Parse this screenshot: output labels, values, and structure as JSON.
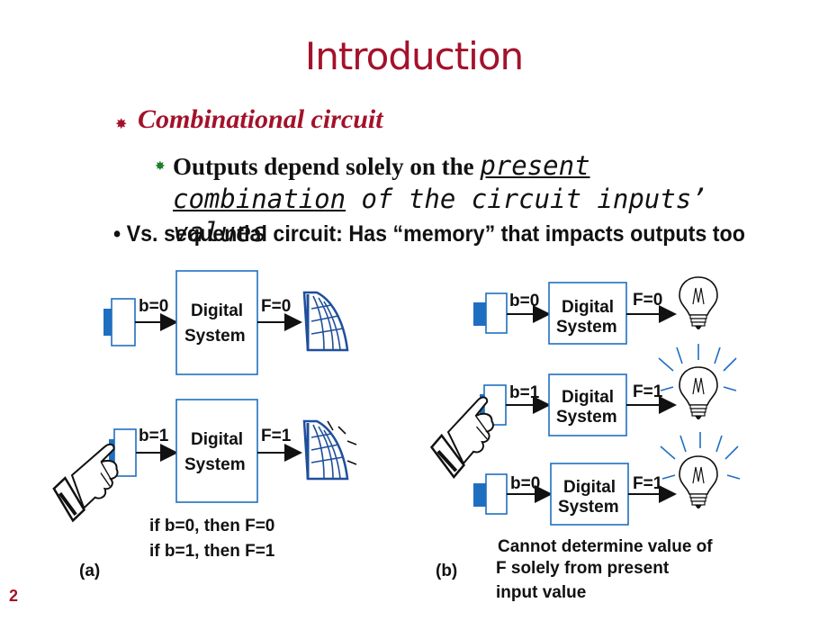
{
  "title": "Introduction",
  "bullet1": "Combinational circuit",
  "bullet2": {
    "text_a": "Outputs depend solely on the ",
    "text_b": "present",
    "text_c": "combination",
    "text_d": " of the circuit inputs’ values"
  },
  "bullet3": "• Vs. sequential circuit: Has “memory” that impacts outputs too",
  "diagram_a": {
    "top": {
      "input": "b=0",
      "system_line1": "Digital",
      "system_line2": "System",
      "output": "F=0"
    },
    "bottom": {
      "input": "b=1",
      "system_line1": "Digital",
      "system_line2": "System",
      "output": "F=1"
    },
    "rule1": "if b=0, then F=0",
    "rule2": "if b=1, then F=1",
    "label": "(a)"
  },
  "diagram_b": {
    "row1": {
      "input": "b=0",
      "system_line1": "Digital",
      "system_line2": "System",
      "output": "F=0"
    },
    "row2": {
      "input": "b=1",
      "system_line1": "Digital",
      "system_line2": "System",
      "output": "F=1"
    },
    "row3": {
      "input": "b=0",
      "system_line1": "Digital",
      "system_line2": "System",
      "output": "F=1"
    },
    "caption1": "Cannot determine value of",
    "caption2": "F solely from present",
    "caption3": "input value",
    "label": "(b)"
  },
  "page_number": "2",
  "colors": {
    "title": "#a3122a",
    "button": "#1f6fc0",
    "bullet_green": "#1e7d2e"
  },
  "icons": [
    "pointing-hand-icon",
    "fan-icon",
    "light-bulb-icon"
  ]
}
